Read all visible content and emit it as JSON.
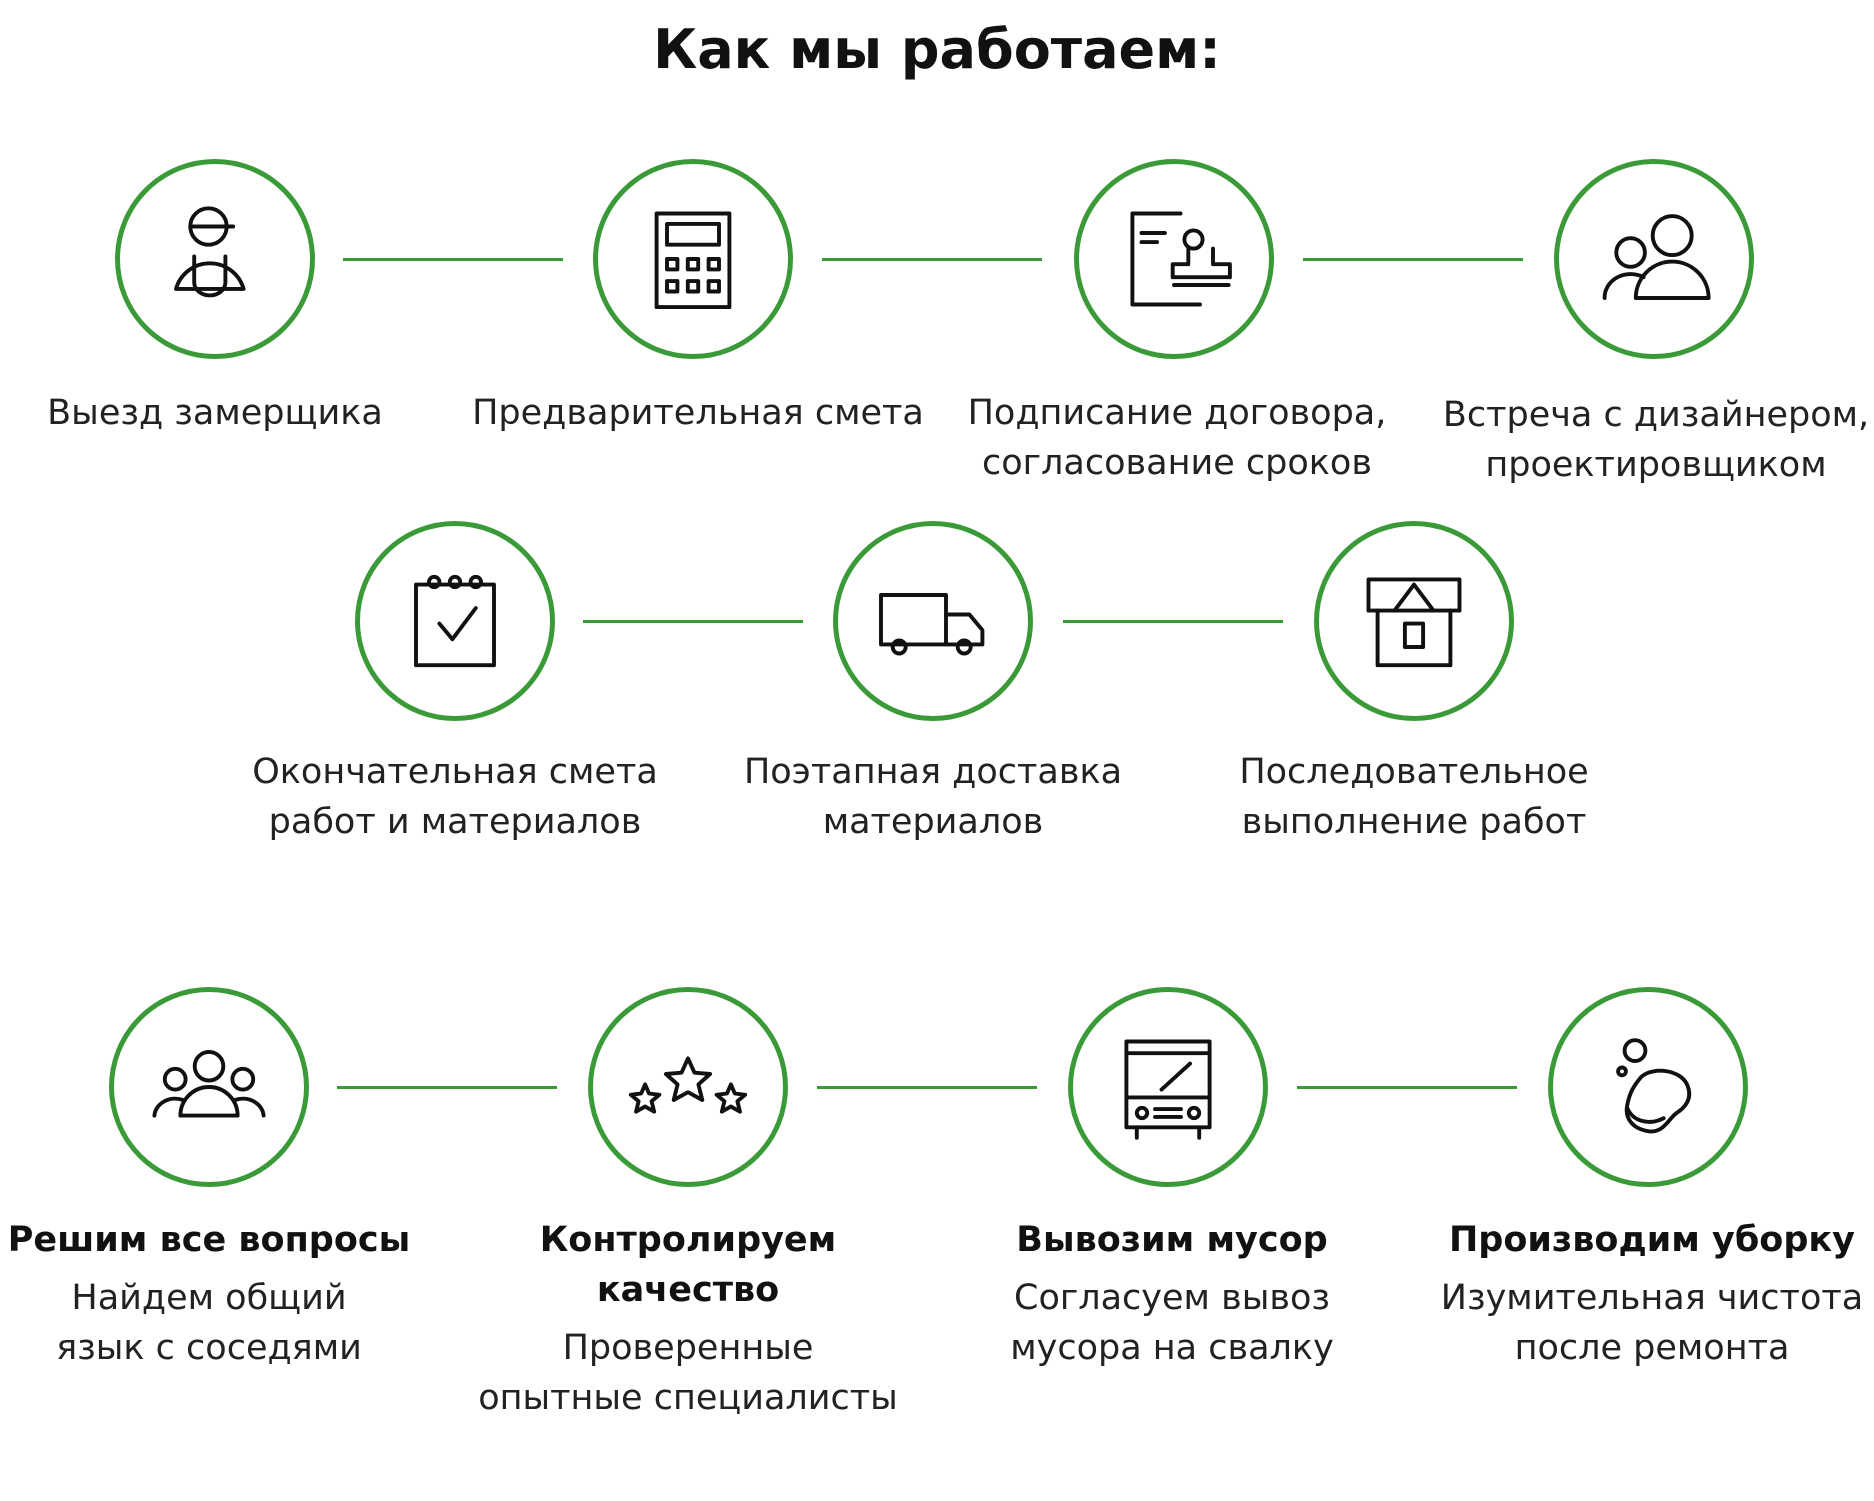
{
  "title": "Как мы работаем:",
  "accent_color": "#3a9a37",
  "steps_row1": [
    {
      "icon": "worker-icon",
      "lines": [
        "Выезд замерщика"
      ]
    },
    {
      "icon": "calculator-icon",
      "lines": [
        "Предварительная смета"
      ]
    },
    {
      "icon": "contract-stamp-icon",
      "lines": [
        "Подписание договора,",
        "согласование сроков"
      ]
    },
    {
      "icon": "people-icon",
      "lines": [
        "Встреча с дизайнером,",
        "проектировщиком"
      ]
    }
  ],
  "steps_row2": [
    {
      "icon": "calendar-check-icon",
      "lines": [
        "Окончательная смета",
        "работ и материалов"
      ]
    },
    {
      "icon": "truck-icon",
      "lines": [
        "Поэтапная доставка",
        "материалов"
      ]
    },
    {
      "icon": "house-icon",
      "lines": [
        "Последовательное",
        "выполнение работ"
      ]
    }
  ],
  "benefits": [
    {
      "icon": "group-icon",
      "title": "Решим все вопросы",
      "lines": [
        "Найдем общий",
        "язык с соседями"
      ]
    },
    {
      "icon": "stars-icon",
      "title": "Контролируем качество",
      "lines": [
        "Проверенные",
        "опытные специалисты"
      ]
    },
    {
      "icon": "garbage-truck-icon",
      "title": "Вывозим мусор",
      "lines": [
        "Согласуем вывоз",
        "мусора на свалку"
      ]
    },
    {
      "icon": "sponge-icon",
      "title": "Производим уборку",
      "lines": [
        "Изумительная чистота",
        "после ремонта"
      ]
    }
  ]
}
